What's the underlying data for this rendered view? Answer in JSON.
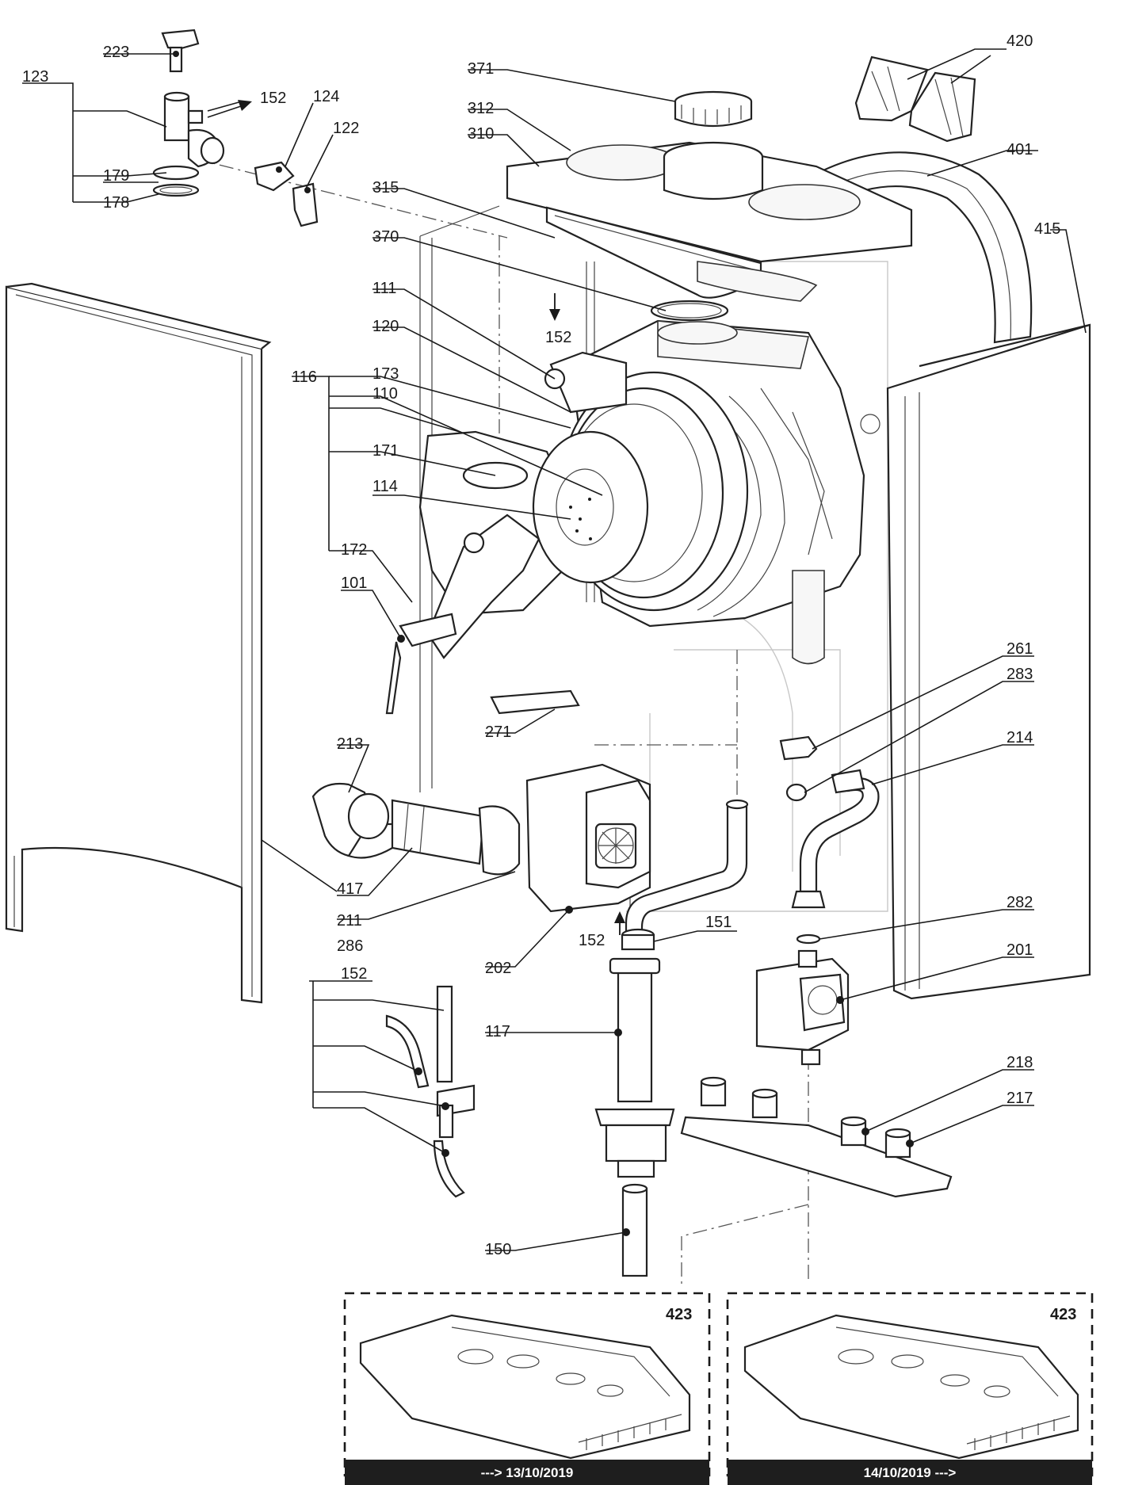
{
  "parts": [
    {
      "id": "p223",
      "label": "223"
    },
    {
      "id": "p123",
      "label": "123"
    },
    {
      "id": "p152a",
      "label": "152"
    },
    {
      "id": "p124",
      "label": "124"
    },
    {
      "id": "p122",
      "label": "122"
    },
    {
      "id": "p179",
      "label": "179"
    },
    {
      "id": "p178",
      "label": "178"
    },
    {
      "id": "p371",
      "label": "371"
    },
    {
      "id": "p312",
      "label": "312"
    },
    {
      "id": "p310",
      "label": "310"
    },
    {
      "id": "p315",
      "label": "315"
    },
    {
      "id": "p370",
      "label": "370"
    },
    {
      "id": "p152b",
      "label": "152"
    },
    {
      "id": "p111",
      "label": "111"
    },
    {
      "id": "p120",
      "label": "120"
    },
    {
      "id": "p116",
      "label": "116"
    },
    {
      "id": "p173",
      "label": "173"
    },
    {
      "id": "p110",
      "label": "110"
    },
    {
      "id": "p171",
      "label": "171"
    },
    {
      "id": "p114",
      "label": "114"
    },
    {
      "id": "p172",
      "label": "172"
    },
    {
      "id": "p101",
      "label": "101"
    },
    {
      "id": "p271",
      "label": "271"
    },
    {
      "id": "p213",
      "label": "213"
    },
    {
      "id": "p417",
      "label": "417"
    },
    {
      "id": "p211",
      "label": "211"
    },
    {
      "id": "p286",
      "label": "286"
    },
    {
      "id": "p202",
      "label": "202"
    },
    {
      "id": "p152c",
      "label": "152"
    },
    {
      "id": "p151",
      "label": "151"
    },
    {
      "id": "p152d",
      "label": "152"
    },
    {
      "id": "p117",
      "label": "117"
    },
    {
      "id": "p150",
      "label": "150"
    },
    {
      "id": "p420",
      "label": "420"
    },
    {
      "id": "p401",
      "label": "401"
    },
    {
      "id": "p415",
      "label": "415"
    },
    {
      "id": "p261",
      "label": "261"
    },
    {
      "id": "p283",
      "label": "283"
    },
    {
      "id": "p214",
      "label": "214"
    },
    {
      "id": "p282",
      "label": "282"
    },
    {
      "id": "p201",
      "label": "201"
    },
    {
      "id": "p218",
      "label": "218"
    },
    {
      "id": "p217",
      "label": "217"
    }
  ],
  "variants": [
    {
      "part_label": "423",
      "banner": "---> 13/10/2019"
    },
    {
      "part_label": "423",
      "banner": "14/10/2019 --->"
    }
  ]
}
